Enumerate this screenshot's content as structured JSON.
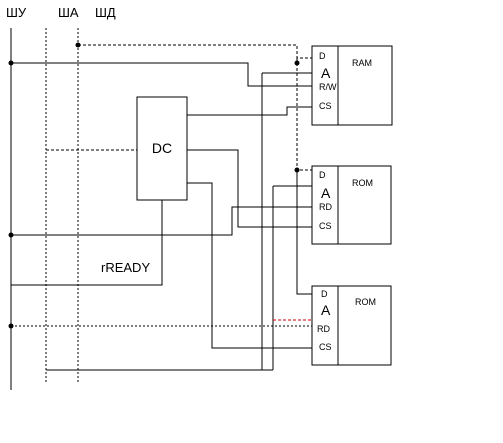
{
  "buses": {
    "control": "ШУ",
    "address": "ША",
    "data": "ШД"
  },
  "decoder": {
    "label": "DC",
    "output_label": "rREADY"
  },
  "chips": [
    {
      "name": "RAM",
      "pins": {
        "d": "D",
        "a": "A",
        "ctl": "R/W",
        "cs": "CS"
      },
      "a_color": "#e53935"
    },
    {
      "name": "ROM",
      "pins": {
        "d": "D",
        "a": "A",
        "ctl": "RD",
        "cs": "CS"
      },
      "a_color": "#e53935"
    },
    {
      "name": "ROM",
      "pins": {
        "d": "D",
        "a": "A",
        "ctl": "RD",
        "cs": "CS"
      },
      "a_color": "#000000"
    }
  ],
  "colors": {
    "line": "#000000",
    "accent": "#e53935",
    "highlight_wire": "#cc0000"
  }
}
